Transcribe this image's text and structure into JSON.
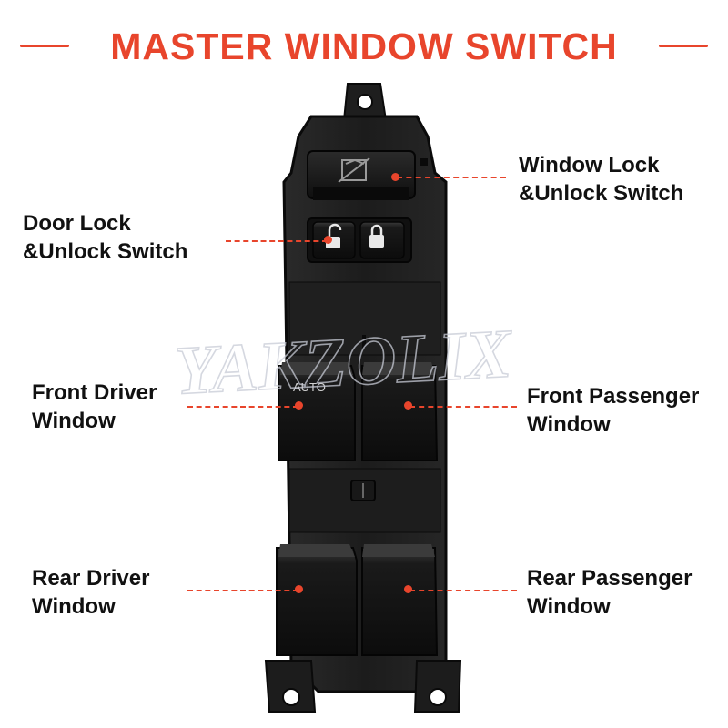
{
  "title": "MASTER WINDOW SWITCH",
  "watermark": "YAKZOLIX",
  "switch_labels": {
    "auto": "AUTO"
  },
  "callouts": {
    "window_lock": {
      "line1": "Window Lock",
      "line2": "&Unlock Switch"
    },
    "door_lock": {
      "line1": "Door Lock",
      "line2": "&Unlock Switch"
    },
    "front_driver": {
      "line1": "Front Driver",
      "line2": "Window"
    },
    "front_passenger": {
      "line1": "Front Passenger",
      "line2": "Window"
    },
    "rear_driver": {
      "line1": "Rear Driver",
      "line2": "Window"
    },
    "rear_passenger": {
      "line1": "Rear Passenger",
      "line2": "Window"
    }
  },
  "icons": {
    "window_lock": "window-lock-crossed-icon",
    "door_unlock": "padlock-open-icon",
    "door_lock": "padlock-closed-icon"
  },
  "colors": {
    "accent": "#e8452c",
    "text": "#111111",
    "body": "#1a1a1a",
    "button": "#121212"
  }
}
